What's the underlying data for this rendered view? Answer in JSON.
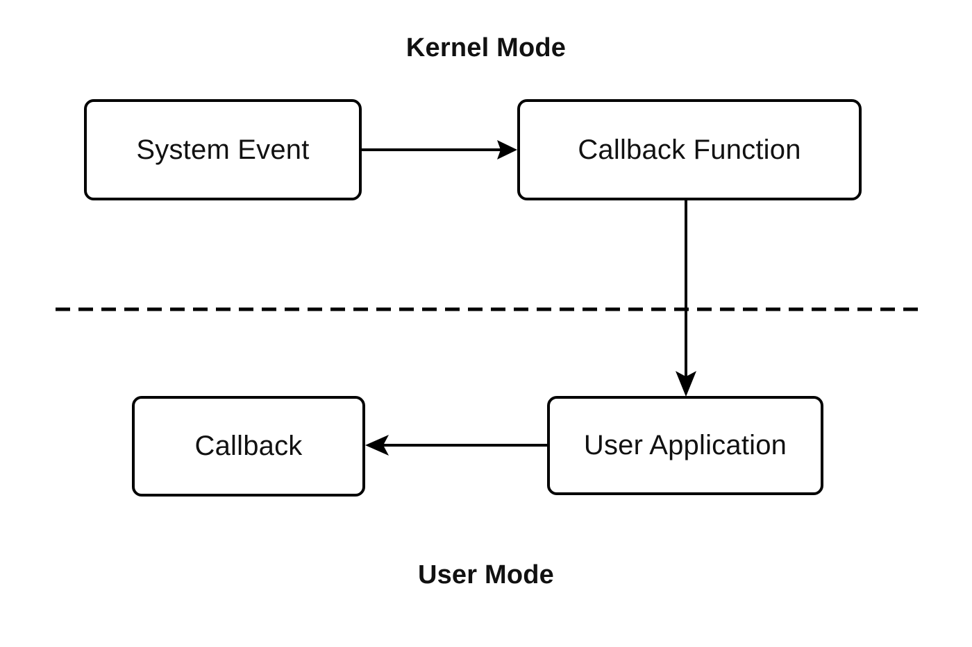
{
  "diagram": {
    "title_top": "Kernel Mode",
    "title_bottom": "User Mode",
    "background_color": "#ffffff",
    "stroke_color": "#000000",
    "text_color": "#111111",
    "nodes": [
      {
        "id": "system-event",
        "label": "System Event",
        "zone": "kernel"
      },
      {
        "id": "callback-function",
        "label": "Callback Function",
        "zone": "kernel"
      },
      {
        "id": "callback",
        "label": "Callback",
        "zone": "user"
      },
      {
        "id": "user-application",
        "label": "User Application",
        "zone": "user"
      }
    ],
    "edges": [
      {
        "from": "system-event",
        "to": "callback-function",
        "direction": "right",
        "style": "solid"
      },
      {
        "from": "callback-function",
        "to": "user-application",
        "direction": "down",
        "style": "solid"
      },
      {
        "from": "user-application",
        "to": "callback",
        "direction": "left",
        "style": "solid"
      }
    ],
    "divider": {
      "style": "dashed",
      "label": ""
    }
  }
}
